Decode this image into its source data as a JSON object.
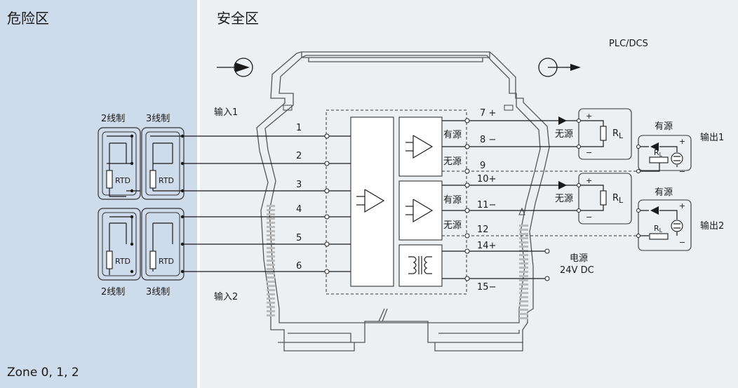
{
  "zones": {
    "hazard_title": "危险区",
    "safe_title": "安全区",
    "zone_note": "Zone  0, 1, 2"
  },
  "labels": {
    "plc": "PLC/DCS",
    "input1": "输入1",
    "input2": "输入2",
    "two_wire": "2线制",
    "three_wire": "3线制",
    "rtd": "RTD",
    "active": "有源",
    "passive": "无源",
    "output1": "输出1",
    "output2": "输出2",
    "power": "电源",
    "power_voltage": "24V DC",
    "load": "R",
    "load_sub": "L",
    "plus": "+",
    "minus": "−"
  },
  "terminals": {
    "t1": "1",
    "t2": "2",
    "t3": "3",
    "t4": "4",
    "t5": "5",
    "t6": "6",
    "t7": "7 +",
    "t8": "8 −",
    "t9": "9",
    "t10": "10+",
    "t11": "11−",
    "t12": "12",
    "t14": "14+",
    "t15": "15−"
  },
  "colors": {
    "hazard_bg": "#cddbea",
    "safe_bg": "#edf0f3"
  }
}
